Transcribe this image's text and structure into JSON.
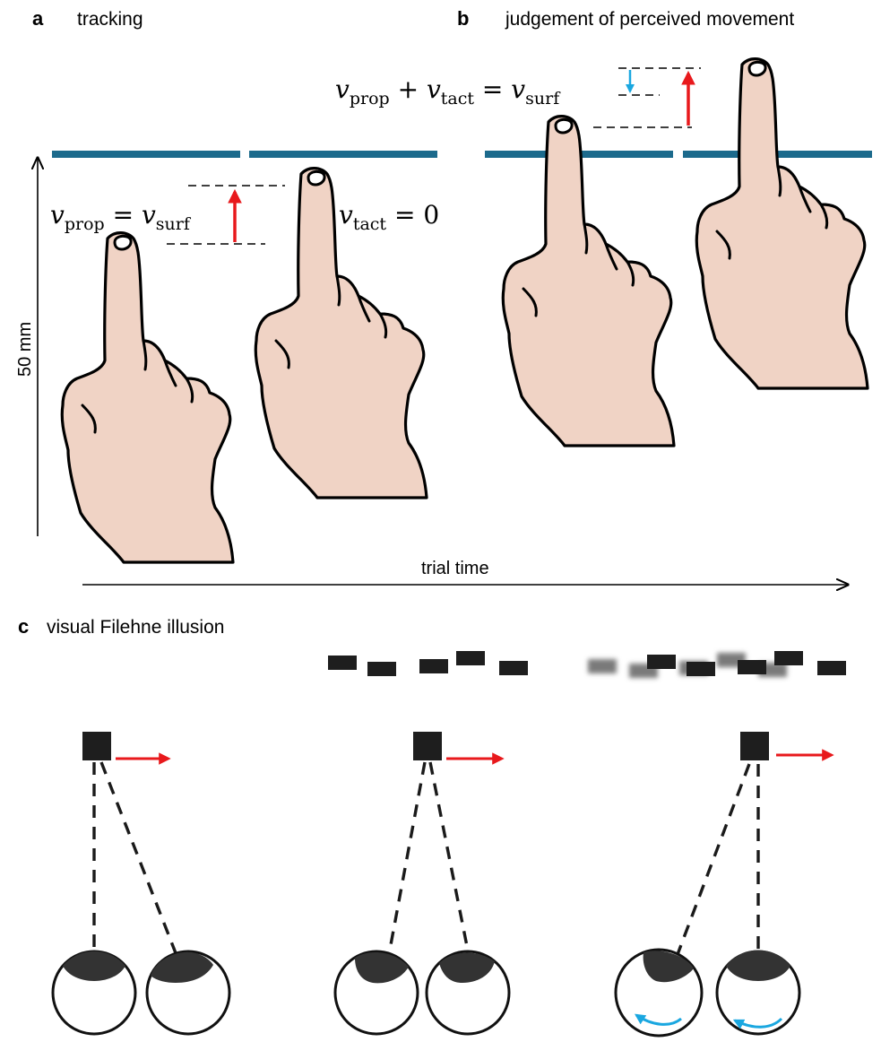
{
  "panels": {
    "a": {
      "letter": "a",
      "title": "tracking"
    },
    "b": {
      "letter": "b",
      "title": "judgement of perceived movement"
    },
    "c": {
      "letter": "c",
      "title": "visual Filehne illusion"
    }
  },
  "axes": {
    "y_label": "50 mm",
    "x_label": "trial time"
  },
  "equations": {
    "eq_a": {
      "lhs": "v",
      "lhs_sub": "prop",
      "op": " = ",
      "rhs": "v",
      "rhs_sub": "surf"
    },
    "eq_a2": {
      "lhs": "v",
      "lhs_sub": "tact",
      "op": " = ",
      "rhs_num": "0"
    },
    "eq_b": {
      "t1": "v",
      "t1_sub": "prop",
      "plus": " + ",
      "t2": "v",
      "t2_sub": "tact",
      "eq": " = ",
      "t3": "v",
      "t3_sub": "surf"
    }
  },
  "colors": {
    "surface": "#1c6a8c",
    "skin": "#f0d3c5",
    "arrow_red": "#e8191c",
    "arrow_blue": "#1aa7e0",
    "ink": "#000000"
  },
  "icons": [
    "hand-icon",
    "eye-icon",
    "red-arrow",
    "blue-arrow"
  ]
}
